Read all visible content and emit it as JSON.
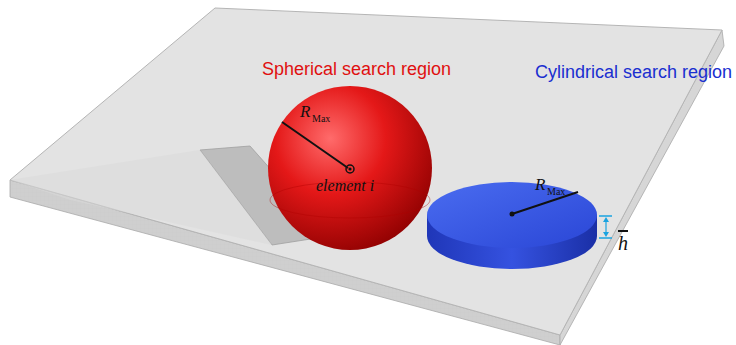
{
  "diagram": {
    "labels": [
      "Spherical search region",
      "Cylindrical search region",
      "R",
      "Max",
      "element i",
      "R",
      "Max",
      "h"
    ]
  }
}
